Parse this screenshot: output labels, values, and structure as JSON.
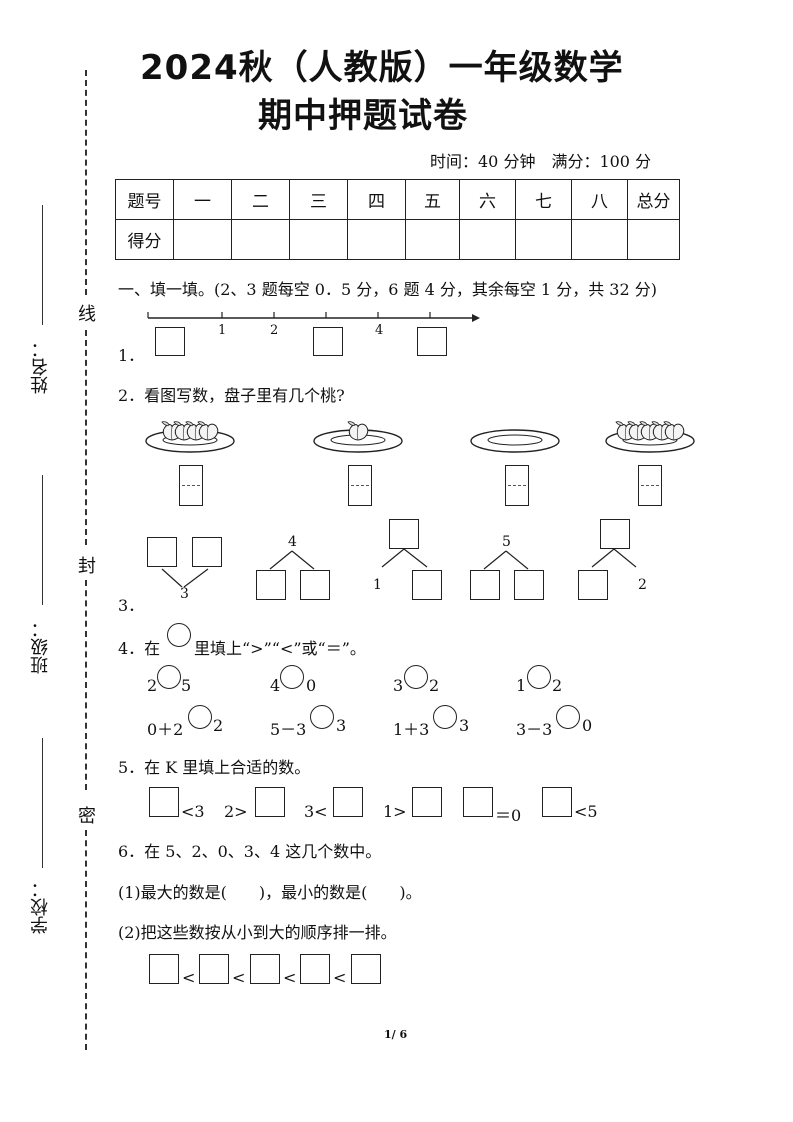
{
  "header": {
    "title_line1": "2024秋（人教版）一年级数学",
    "title_line2": "期中押题试卷",
    "meta": "时间：40 分钟　满分：100 分"
  },
  "binding_margin": {
    "labels": [
      "姓名：",
      "班级：",
      "学校："
    ],
    "seal_chars": [
      "线",
      "封",
      "密"
    ]
  },
  "score_table": {
    "row1": [
      "题号",
      "一",
      "二",
      "三",
      "四",
      "五",
      "六",
      "七",
      "八",
      "总分"
    ],
    "row2_label": "得分"
  },
  "section1": {
    "heading": "一、填一填。(2、3 题每空 0．5 分，6 题 4 分，其余每空 1 分，共 32 分)"
  },
  "q1": {
    "num": "1．",
    "tick_labels": [
      "1",
      "2",
      "4"
    ]
  },
  "q2": {
    "prompt": "2．看图写数，盘子里有几个桃?",
    "peach_counts": [
      4,
      1,
      0,
      5
    ]
  },
  "q3": {
    "num": "3．",
    "labels": [
      "3",
      "4",
      "1",
      "5",
      "2"
    ]
  },
  "q4": {
    "prompt_a": "4．在",
    "prompt_b": "里填上“>”“<”或“＝”。",
    "row1": [
      {
        "left": "2",
        "right": "5"
      },
      {
        "left": "4",
        "right": "0"
      },
      {
        "left": "3",
        "right": "2"
      },
      {
        "left": "1",
        "right": "2"
      }
    ],
    "row2": [
      {
        "left": "0＋2",
        "right": "2"
      },
      {
        "left": "5－3",
        "right": "3"
      },
      {
        "left": "1＋3",
        "right": "3"
      },
      {
        "left": "3－3",
        "right": "0"
      }
    ]
  },
  "q5": {
    "prompt": "5．在 K 里填上合适的数。",
    "items": [
      "<3",
      "2>",
      "3<",
      "1>",
      "＝0",
      "<5"
    ]
  },
  "q6": {
    "prompt": "6．在 5、2、0、3、4 这几个数中。",
    "sub1": "(1)最大的数是(　　)，最小的数是(　　)。",
    "sub2": "(2)把这些数按从小到大的顺序排一排。",
    "lt": "<"
  },
  "footer": {
    "page": "1/ 6"
  }
}
